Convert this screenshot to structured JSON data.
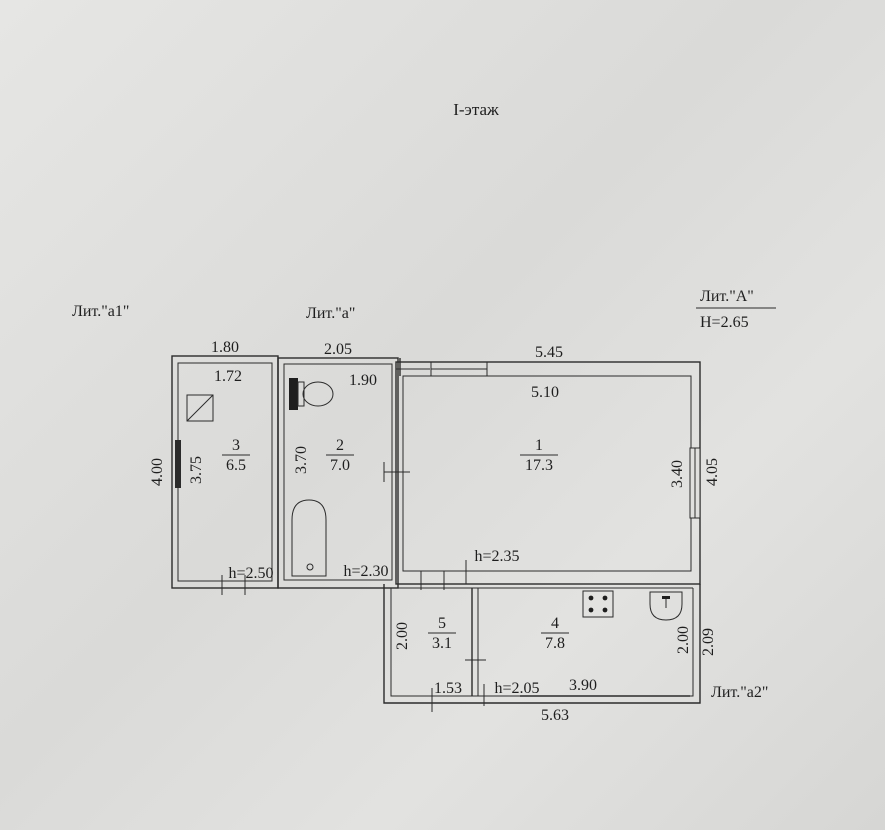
{
  "title": "I-этаж",
  "blocks": {
    "a1": "Лит.\"а1\"",
    "a": "Лит.\"а\"",
    "A": "Лит.\"А\"",
    "A_height": "H=2.65",
    "a2": "Лит.\"а2\""
  },
  "rooms": [
    {
      "number": "1",
      "area": "17.3"
    },
    {
      "number": "2",
      "area": "7.0"
    },
    {
      "number": "3",
      "area": "6.5"
    },
    {
      "number": "4",
      "area": "7.8"
    },
    {
      "number": "5",
      "area": "3.1"
    }
  ],
  "dimensions": {
    "top_a1": "1.80",
    "inner_a1": "1.72",
    "top_a": "2.05",
    "inner_a": "1.90",
    "top_A": "5.45",
    "inner_A": "5.10",
    "left_a1": "4.00",
    "inner_left_a1": "3.75",
    "room2_height": "3.70",
    "inner_right_A": "3.40",
    "right_A": "4.05",
    "left_room5": "2.00",
    "inner_right_a2": "2.00",
    "right_a2": "2.09",
    "bottom_room5": "1.53",
    "bottom_inner_a2": "3.90",
    "bottom_a2": "5.63"
  },
  "ceiling_heights": {
    "a1": "h=2.50",
    "a": "h=2.30",
    "A": "h=2.35",
    "a2": "h=2.05"
  }
}
